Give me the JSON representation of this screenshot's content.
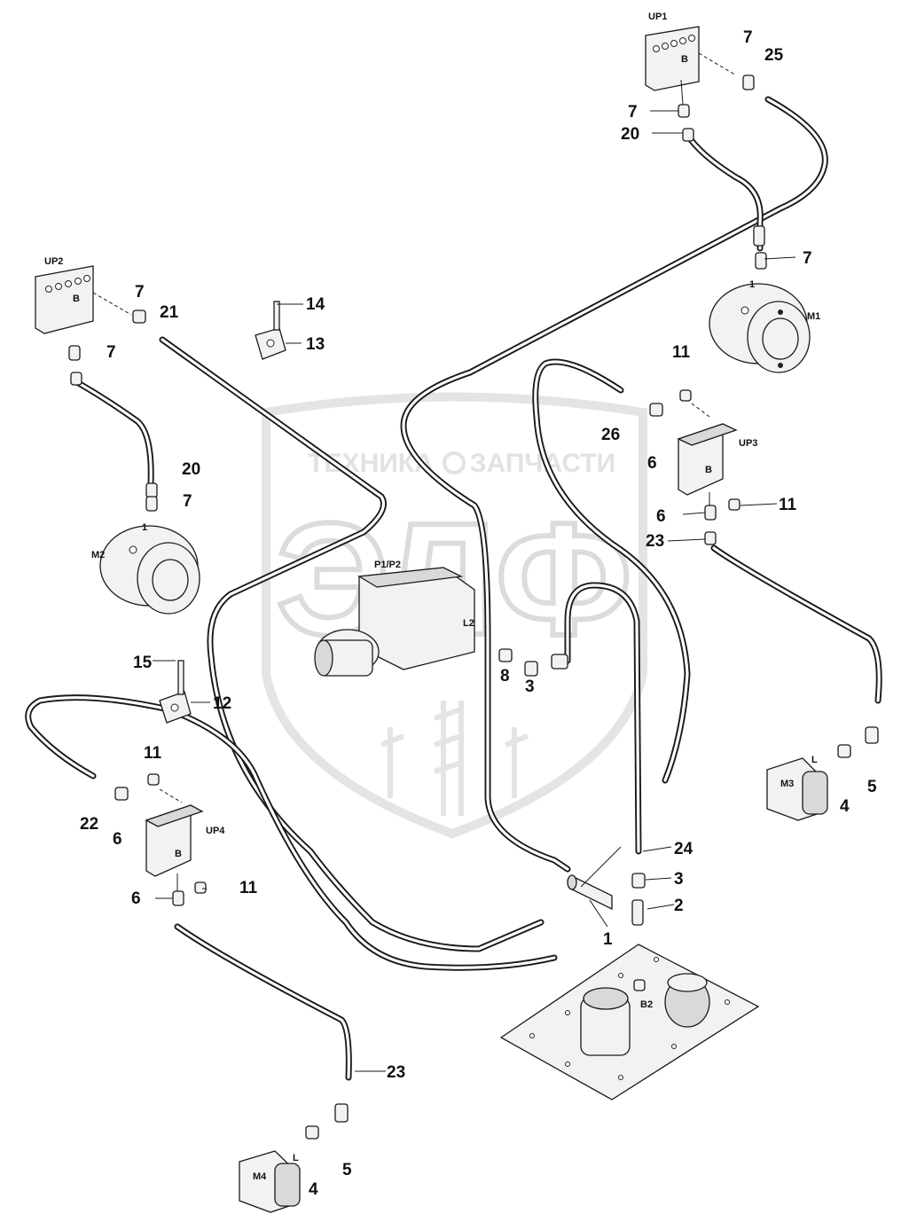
{
  "watermark": {
    "top_text_left": "ТЕХНИКА",
    "top_text_right": "ЗАПЧАСТИ",
    "logo_letters": "ЭЛФ"
  },
  "components": {
    "up1": "UP1",
    "up2": "UP2",
    "up3": "UP3",
    "up4": "UP4",
    "m1": "M1",
    "m2": "M2",
    "m3": "M3",
    "m4": "M4",
    "pump": "P1/P2",
    "pump_port": "L2",
    "tank_port": "B2",
    "port_b": "B",
    "port_l": "L",
    "port_1": "1"
  },
  "callouts": {
    "c7a": "7",
    "c25": "25",
    "c7b": "7",
    "c20a": "20",
    "c7c": "7",
    "c7d": "7",
    "c21": "21",
    "c14": "14",
    "c13": "13",
    "c7e": "7",
    "c20b": "20",
    "c7f": "7",
    "c11a": "11",
    "c26": "26",
    "c6a": "6",
    "c6b": "6",
    "c11b": "11",
    "c23a": "23",
    "c15": "15",
    "c12": "12",
    "c8": "8",
    "c3a": "3",
    "c11c": "11",
    "c22": "22",
    "c6c": "6",
    "c6d": "6",
    "c11d": "11",
    "c5a": "5",
    "c4a": "4",
    "c24": "24",
    "c3b": "3",
    "c2": "2",
    "c1": "1",
    "c23b": "23",
    "c4b": "4",
    "c5b": "5"
  }
}
